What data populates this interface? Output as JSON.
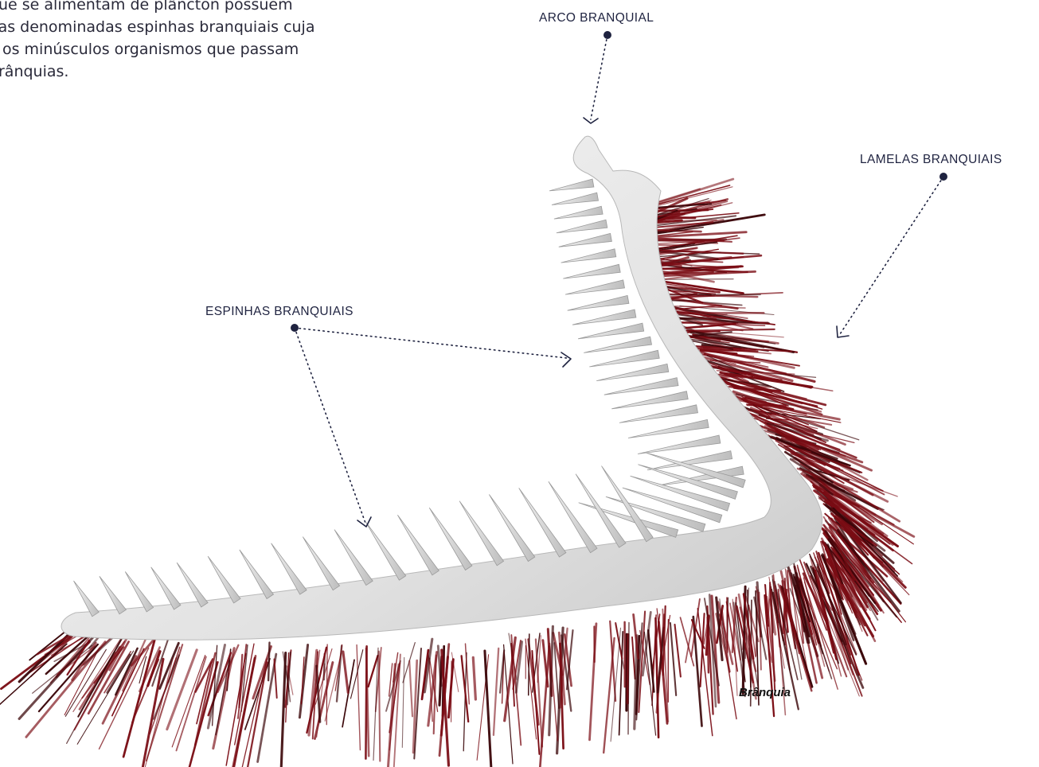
{
  "intro_lines": [
    "s que se alimentam de plâncton possuem",
    "os as denominadas espinhas branquiais cuja",
    "ter os minúsculos organismos que passam",
    "s brânquias."
  ],
  "labels": {
    "arco": "ARCO BRANQUIAL",
    "lamelas": "LAMELAS BRANQUIAIS",
    "espinhas": "ESPINHAS BRANQUIAIS"
  },
  "caption": "Brânquia",
  "colors": {
    "label_text": "#1f2340",
    "leader": "#1f2340",
    "arch": "#e9e9e9",
    "lamellae": "#7a0c14",
    "lamellae_dark": "#3a0508"
  }
}
